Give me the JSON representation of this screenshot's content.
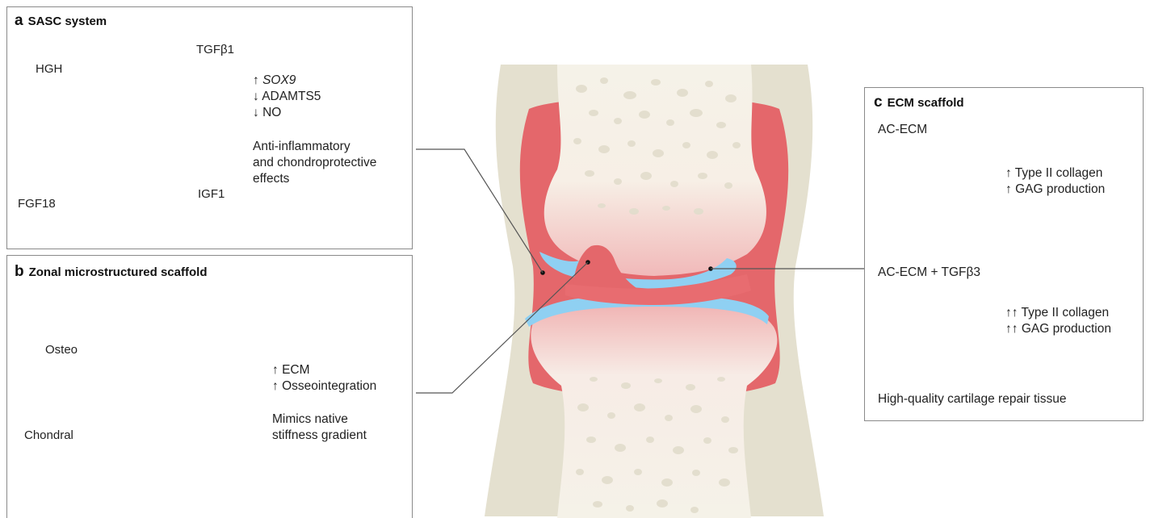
{
  "panel_a": {
    "letter": "a",
    "title": "SASC system",
    "labels": {
      "hgh": "HGH",
      "tgfb1": "TGFβ1",
      "fgf18": "FGF18",
      "igf1": "IGF1"
    },
    "effects": [
      {
        "arrow": "↑",
        "text": "SOX9",
        "italic": true
      },
      {
        "arrow": "↓",
        "text": "ADAMTS5",
        "italic": false
      },
      {
        "arrow": "↓",
        "text": "NO",
        "italic": false
      }
    ],
    "description": [
      "Anti-inflammatory",
      "and chondroprotective",
      "effects"
    ]
  },
  "panel_b": {
    "letter": "b",
    "title": "Zonal microstructured scaffold",
    "labels": {
      "osteo": "Osteo",
      "chondral": "Chondral"
    },
    "effects": [
      {
        "arrow": "↑",
        "text": "ECM"
      },
      {
        "arrow": "↑",
        "text": "Osseointegration"
      }
    ],
    "description": [
      "Mimics native",
      "stiffness gradient"
    ]
  },
  "panel_c": {
    "letter": "c",
    "title": "ECM scaffold",
    "scaffold1": {
      "label": "AC-ECM",
      "effects": [
        {
          "arrow": "↑",
          "text": "Type II collagen"
        },
        {
          "arrow": "↑",
          "text": "GAG production"
        }
      ]
    },
    "scaffold2": {
      "label": "AC-ECM + TGFβ3",
      "effects": [
        {
          "arrow": "↑↑",
          "text": "Type II collagen"
        },
        {
          "arrow": "↑↑",
          "text": "GAG production"
        }
      ]
    },
    "footer": "High-quality cartilage repair tissue"
  },
  "colors": {
    "hgh": "#3a7fc4",
    "tgfb1": "#d8424a",
    "fgf18": "#f5b8bc",
    "igf1": "#e3b52a",
    "cartilage_red": "#e46a6e",
    "blue_scaffold": "#8fd0f2",
    "bone": "#f3f0e6",
    "capsule": "#e3dfcd"
  }
}
